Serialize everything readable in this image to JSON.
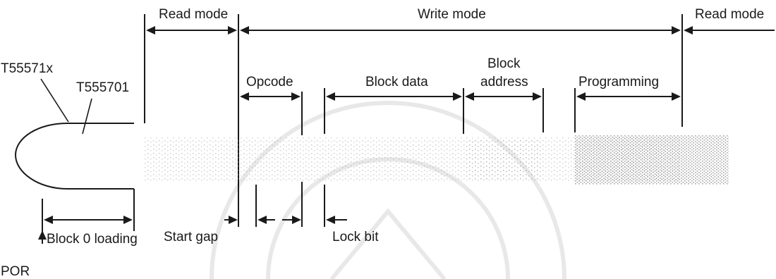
{
  "labels": {
    "read_mode_left": "Read mode",
    "write_mode": "Write mode",
    "read_mode_right": "Read mode",
    "t55571x": "T55571x",
    "t555701": "T555701",
    "opcode": "Opcode",
    "block_data": "Block data",
    "block_address_line1": "Block",
    "block_address_line2": "address",
    "programming": "Programming",
    "block0_loading": "Block 0 loading",
    "start_gap": "Start gap",
    "lock_bit": "Lock bit",
    "por": "POR"
  },
  "colors": {
    "ink": "#1a1a1a",
    "background": "#ffffff"
  }
}
